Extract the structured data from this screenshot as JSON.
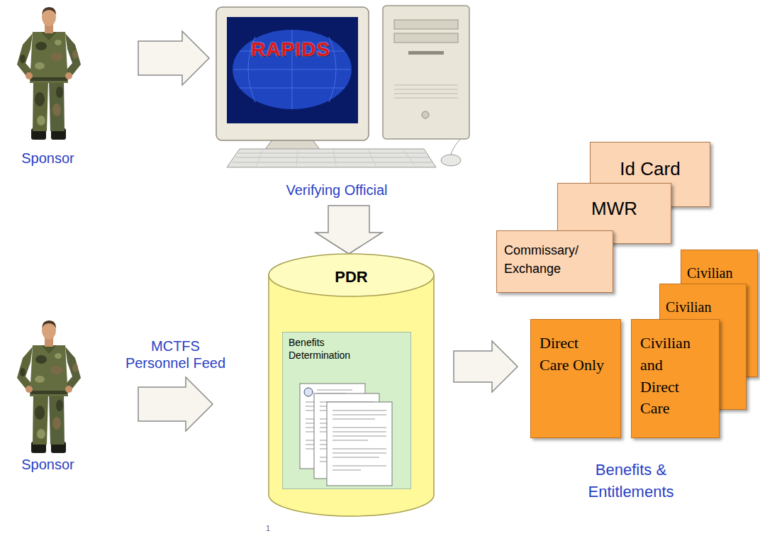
{
  "diagram": {
    "nodes": [
      {
        "text": [
          "Sponsor"
        ]
      },
      {
        "text": [
          "RAPIDS",
          "Verifying Official"
        ]
      },
      {
        "text": [
          "Sponsor"
        ]
      },
      {
        "text": [
          "PDR"
        ]
      },
      {
        "text": [
          "Benefits Determination"
        ],
        "in": 3
      },
      {
        "text": [
          "Id Card"
        ]
      },
      {
        "text": [
          "MWR"
        ]
      },
      {
        "text": [
          "Commissary/ Exchange"
        ]
      },
      {
        "text": [
          "Civilian"
        ]
      },
      {
        "text": [
          "Civilian"
        ]
      },
      {
        "text": [
          "Civilian and Direct Care"
        ]
      },
      {
        "text": [
          "Direct Care Only"
        ]
      }
    ],
    "edges": [
      {
        "from": 0,
        "to": 1,
        "arrow": "to"
      },
      {
        "from": 1,
        "to": 3,
        "arrow": "to"
      },
      {
        "from": 2,
        "to": 3,
        "arrow": "to",
        "label": "MCTFS Personnel Feed"
      },
      {
        "from": 3,
        "to": 11,
        "arrow": "to"
      }
    ],
    "labels": [
      "Benefits & Entitlements",
      "1"
    ]
  }
}
